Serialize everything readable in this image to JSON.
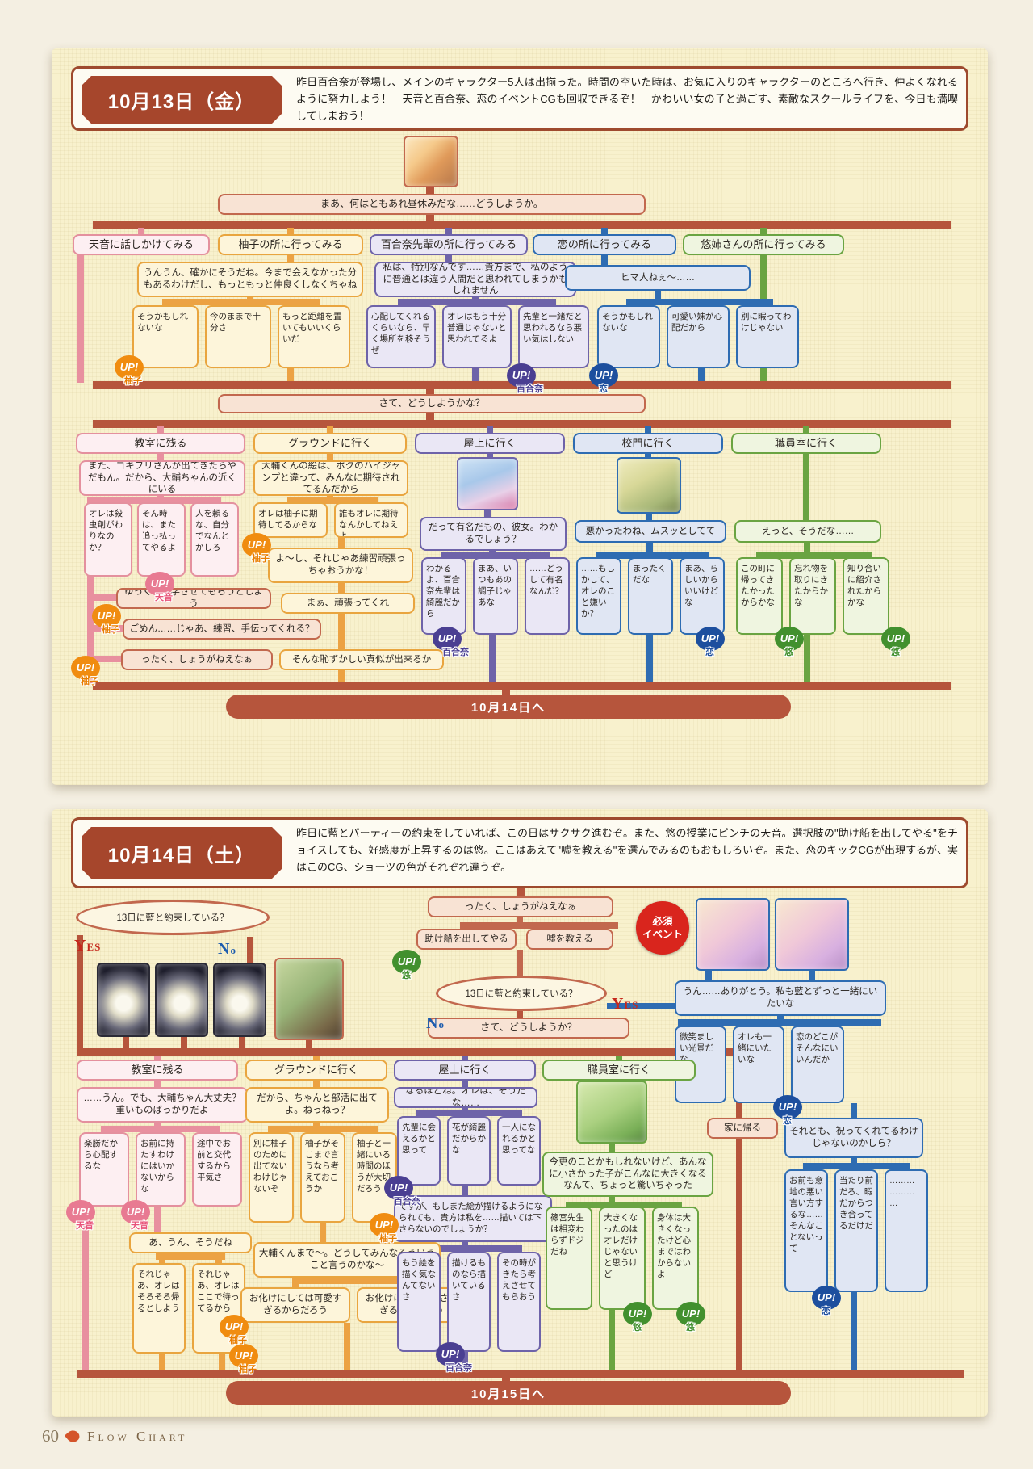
{
  "ui": {
    "up": "UP!",
    "yes": "YES",
    "no": "No",
    "hissu": "必須\nイベント"
  },
  "chars": {
    "amane": "天音",
    "yuzu": "柚子",
    "yurina": "百合奈",
    "koi": "恋",
    "yu": "悠"
  },
  "footer": {
    "page": "60",
    "label": "Flow Chart"
  },
  "p1": {
    "date": "10月13日（金）",
    "desc": "昨日百合奈が登場し、メインのキャラクター5人は出揃った。時間の空いた時は、お気に入りのキャラクターのところへ行き、仲よくなれるように努力しよう！　天音と百合奈、恋のイベントCGも回収できるぞ！　かわいい女の子と過ごす、素敵なスクールライフを、今日も満喫してしまおう！",
    "next": "10月14日へ",
    "t": {
      "n_lunch": "まあ、何はともあれ昼休みだな……どうしようか。",
      "c_amane": "天音に話しかけてみる",
      "c_yuzu": "柚子の所に行ってみる",
      "c_yurina": "百合奈先輩の所に行ってみる",
      "c_koi": "恋の所に行ってみる",
      "c_yu": "悠姉さんの所に行ってみる",
      "r_yuzu": "うんうん、確かにそうだね。今まで会えなかった分もあるわけだし、もっともっと仲良くしなくちゃね",
      "r_yurina": "私は、特別なんです……貴方まで、私のように普通とは違う人間だと思われてしまうかもしれません",
      "r_koi": "ヒマ人ねぇ～……",
      "a_yuzu1": "そうかもしれないな",
      "a_yuzu2": "今のままで十分さ",
      "a_yuzu3": "もっと距離を置いてもいいくらいだ",
      "a_yurina1": "心配してくれるくらいなら、早く場所を移そうぜ",
      "a_yurina2": "オレはもう十分普通じゃないと思われてるよ",
      "a_yurina3": "先輩と一緒だと思われるなら悪い気はしない",
      "a_koi1": "そうかもしれないな",
      "a_koi2": "可愛い妹が心配だから",
      "a_koi3": "別に暇ってわけじゃない",
      "n_sate": "さて、どうしようかな？",
      "c2_kyo": "教室に残る",
      "c2_gr": "グラウンドに行く",
      "c2_oku": "屋上に行く",
      "c2_gate": "校門に行く",
      "c2_staff": "職員室に行く",
      "r_kyo": "また、ゴキブリさんが出てきたらやだもん。だから、大輔ちゃんの近くにいる",
      "a_kyo1": "オレは殺虫剤がわりなのか？",
      "a_kyo2": "そん時は、また追っ払ってやるよ",
      "a_kyo3": "人を頼るな、自分でなんとかしろ",
      "n_yukkuri": "ゆっくり見学させてもらうとしよう",
      "n_gomen": "ごめん……じゃあ、練習、手伝ってくれる？",
      "n_ttaku": "ったく、しょうがねえなぁ",
      "r_ground": "大輔くんの絵は、ボクのハイジャンプと違って、みんなに期待されてるんだから",
      "a_gr1": "オレは柚子に期待してるからな",
      "a_gr2": "誰もオレに期待なんかしてねえよ",
      "n_yoshi": "よ～し、それじゃあ練習頑張っちゃおうかな！",
      "n_ganbatte": "まぁ、頑張ってくれ",
      "n_hazukashii": "そんな恥ずかしい真似が出来るか",
      "r_oku": "だって有名だもの、彼女。わかるでしょう？",
      "a_oku1": "わかるよ、百合奈先輩は綺麗だから",
      "a_oku2": "まあ、いつもあの調子じゃあな",
      "a_oku3": "……どうして有名なんだ？",
      "r_gate": "悪かったわね、ムスッとしてて",
      "a_ko1": "……もしかして、オレのこと嫌いか？",
      "a_ko2": "まったくだな",
      "a_ko3": "まあ、らしいからいいけどな",
      "r_staff": "えっと、そうだな……",
      "a_sh1": "この町に帰ってきたかったからかな",
      "a_sh2": "忘れ物を取りにきたからかな",
      "a_sh3": "知り合いに紹介されたからかな"
    }
  },
  "p2": {
    "date": "10月14日（土）",
    "desc": "昨日に藍とパーティーの約束をしていれば、この日はサクサク進むぞ。また、悠の授業にピンチの天音。選択肢の\"助け船を出してやる\"をチョイスしても、好感度が上昇するのは悠。ここはあえて\"嘘を教える\"を選んでみるのもおもしろいぞ。また、恋のキックCGが出現するが、実はこのCG、ショーツの色がそれぞれ違うぞ。",
    "next": "10月15日へ",
    "t": {
      "oval": "13日に藍と約束している？",
      "ttaku": "ったく、しょうがねえなぁ",
      "tasuke": "助け船を出してやる",
      "uso": "嘘を教える",
      "arigato": "うん……ありがとう。私も藍とずっと一緒にいたいな",
      "ai1": "微笑ましい光景だな",
      "ai2": "オレも一緒にいたいな",
      "ai3": "恋のどこがそんなにいいんだか",
      "sate2": "さて、どうしようか？",
      "kyo": "教室に残る",
      "gr": "グラウンドに行く",
      "oku": "屋上に行く",
      "staff": "職員室に行く",
      "ie": "家に帰る",
      "r_kyo": "……うん。でも、大輔ちゃん大丈夫？重いものばっかりだよ",
      "k1": "楽勝だから心配するな",
      "k2": "お前に持たすわけにはいかないからな",
      "k3": "途中でお前と交代するから平気さ",
      "aun": "あ、うん、そうだね",
      "k4": "それじゃあ、オレはそろそろ帰るとしよう",
      "k5": "それじゃあ、オレはここで待ってるから",
      "r_gr": "だから、ちゃんと部活に出てよ。ねっねっ？",
      "g1": "別に柚子のために出てないわけじゃないぞ",
      "g2": "柚子がそこまで言うなら考えておこうか",
      "g3": "柚子と一緒にいる時間のほうが大切だろう",
      "daisuke": "大輔くんまで～。どうしてみんなそういうこと言うのかな～",
      "g4": "お化けにしては可愛すぎるからだろう",
      "g5": "お化けにしては小さすぎるからだろう",
      "r_oku": "なるほどね。オレは、そうだな……",
      "o1": "先輩に会えるかと思って",
      "o2": "花が綺麗だからかな",
      "o3": "一人になれるかと思ってな",
      "desuga": "ですが、もしまた絵が描けるようになられても、貴方は私を……描いては下さらないのでしょうか？",
      "o4": "もう絵を描く気なんてないさ",
      "o5": "描けるものなら描いているさ",
      "o6": "その時がきたら考えさせてもらおう",
      "r_staff": "今更のことかもしれないけど、あんなに小さかった子がこんなに大きくなるなんて、ちょっと驚いちゃった",
      "s1": "篠宮先生は相変わらずドジだね",
      "s2": "大きくなったのはオレだけじゃないと思うけど",
      "s3": "身体は大きくなったけど心まではわからないよ",
      "soretomo": "それとも、祝ってくれてるわけじゃないのかしら？",
      "rr1": "お前も意地の悪い言い方するな……そんなことないって",
      "rr2": "当たり前だろ、暇だからつき合ってるだけだ",
      "rr3": "………\n………\n…"
    }
  }
}
